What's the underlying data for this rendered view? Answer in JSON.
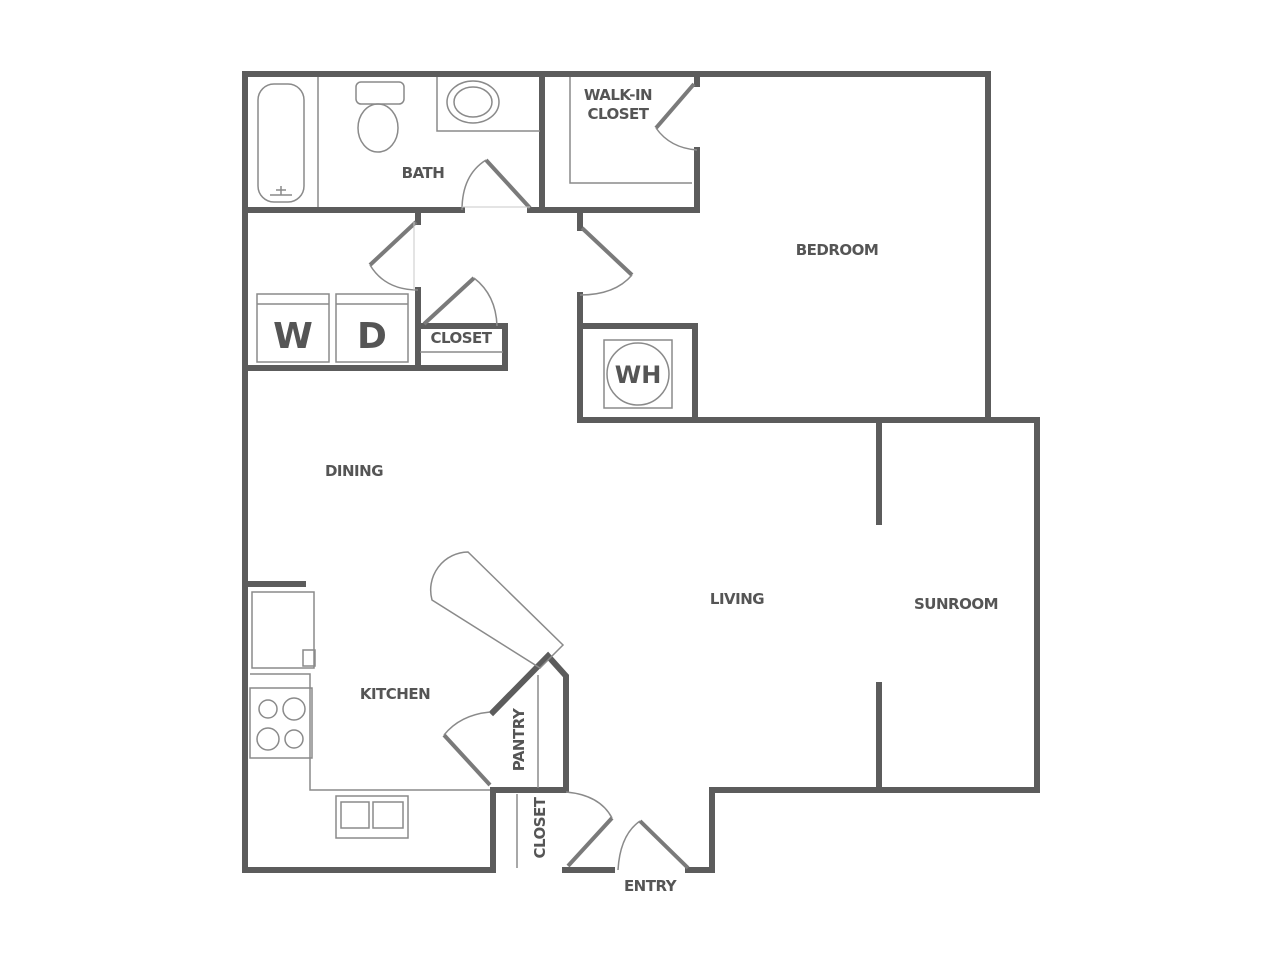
{
  "rooms": {
    "bath": "BATH",
    "walk_in_closet_line1": "WALK-IN",
    "walk_in_closet_line2": "CLOSET",
    "bedroom": "BEDROOM",
    "hall_closet": "CLOSET",
    "dining": "DINING",
    "living": "LIVING",
    "sunroom": "SUNROOM",
    "kitchen": "KITCHEN",
    "pantry": "PANTRY",
    "entry_closet": "CLOSET",
    "entry": "ENTRY"
  },
  "appliances": {
    "washer": "W",
    "dryer": "D",
    "water_heater": "WH"
  },
  "colors": {
    "wall": "#5c5c5c",
    "fixture": "#8a8a8a"
  }
}
